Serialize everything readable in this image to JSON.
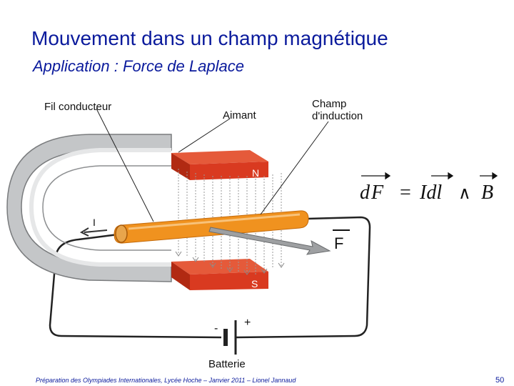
{
  "slide": {
    "title": "Mouvement dans un champ magnétique",
    "subtitle": "Application : Force de Laplace",
    "footer": "Préparation des Olympiades Internationales, Lycée Hoche – Janvier 2011 – Lionel Jannaud",
    "page_number": "50"
  },
  "diagram": {
    "label_wire": "Fil conducteur",
    "label_magnet": "Aimant",
    "label_field_line1": "Champ",
    "label_field_line2": "d'induction",
    "pole_north": "N",
    "pole_south": "S",
    "current_label": "I",
    "force_label": "F",
    "battery_label": "Batterie",
    "battery_plus": "+",
    "battery_minus": "-",
    "colors": {
      "magnet_red": "#d93a20",
      "magnet_grey": "#b9bbbd",
      "wire_orange": "#f0921f",
      "title_blue": "#0a1a9c"
    }
  },
  "formula": {
    "d": "d",
    "F": "F",
    "eq": "=",
    "Idl": "Idl",
    "wedge": "∧",
    "B": "B"
  }
}
